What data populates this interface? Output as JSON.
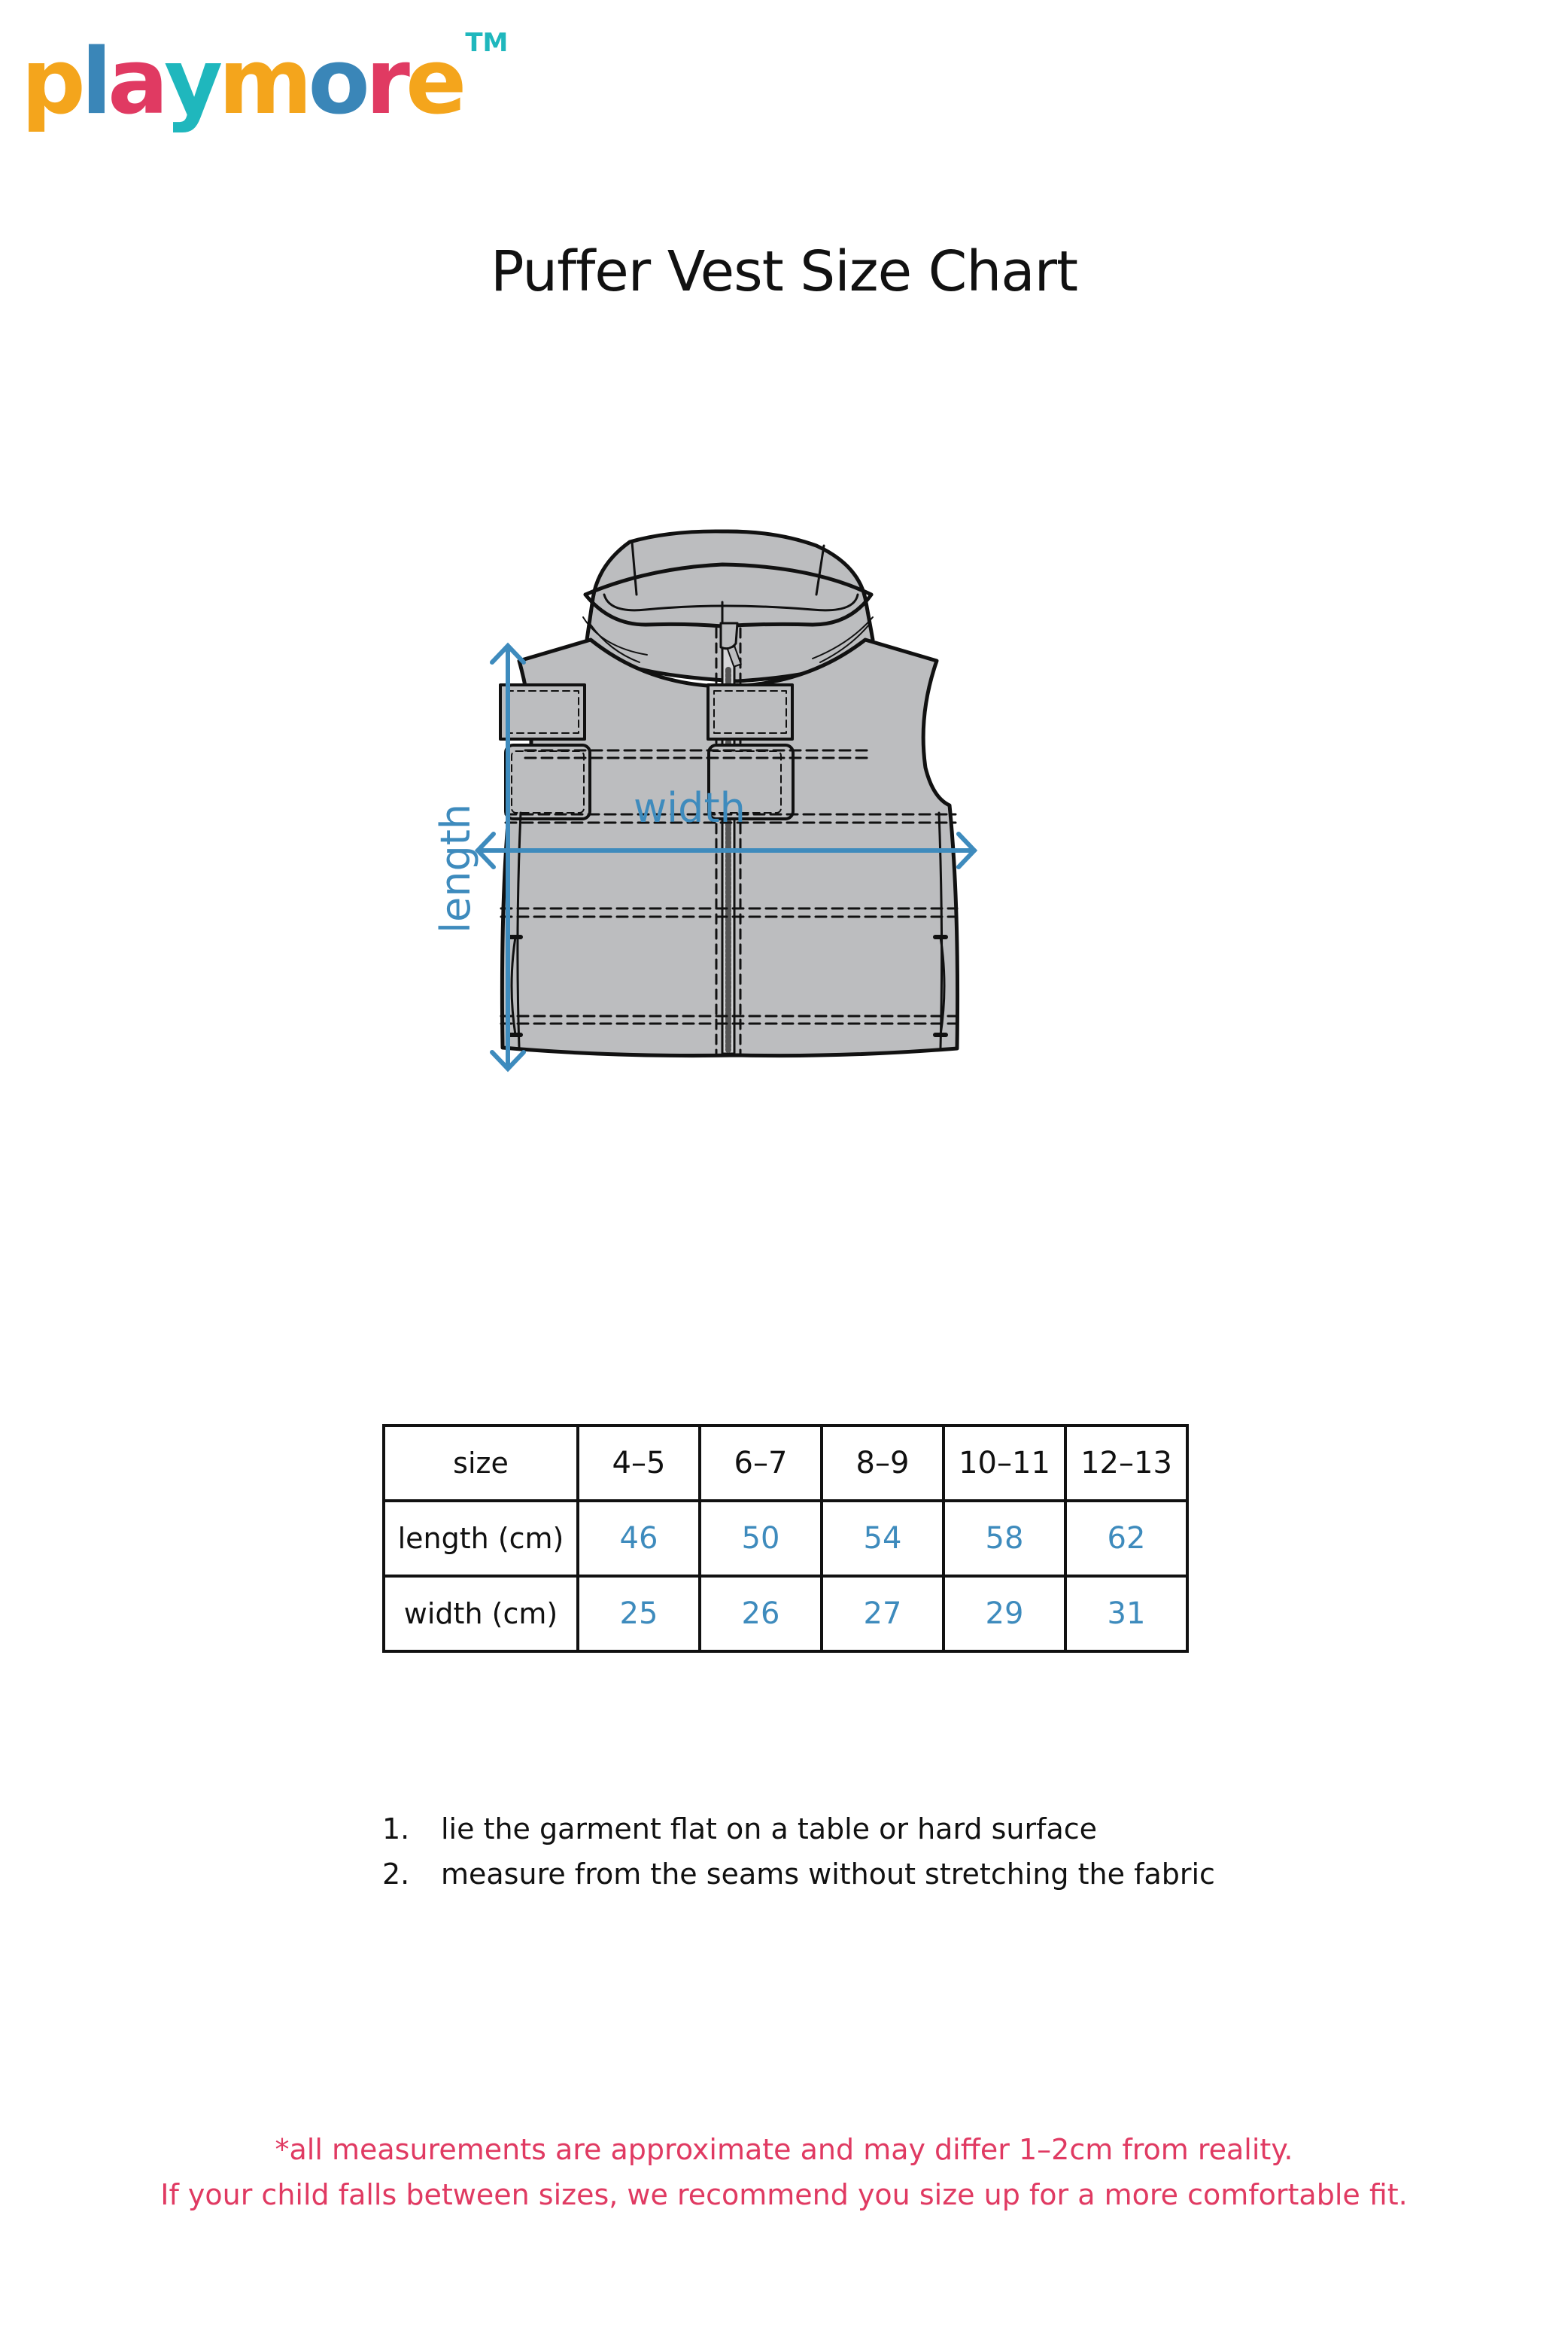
{
  "brand": {
    "letters": [
      {
        "char": "p",
        "color": "#f4a51c"
      },
      {
        "char": "l",
        "color": "#3a86b8"
      },
      {
        "char": "a",
        "color": "#e03a62"
      },
      {
        "char": "y",
        "color": "#1fb7bd"
      },
      {
        "char": "m",
        "color": "#f4a51c"
      },
      {
        "char": "o",
        "color": "#3a86b8"
      },
      {
        "char": "r",
        "color": "#e03a62"
      },
      {
        "char": "e",
        "color": "#f4a51c"
      }
    ],
    "trademark": "TM",
    "trademark_color": "#1fb7bd"
  },
  "title": "Puffer Vest Size Chart",
  "diagram": {
    "length_label": "length",
    "width_label": "width",
    "arrow_color": "#3e8bbd",
    "garment_fill": "#bcbdbf",
    "outline_color": "#111111"
  },
  "table": {
    "header_label": "size",
    "sizes": [
      "4–5",
      "6–7",
      "8–9",
      "10–11",
      "12–13"
    ],
    "rows": [
      {
        "label": "length (cm)",
        "values": [
          "46",
          "50",
          "54",
          "58",
          "62"
        ]
      },
      {
        "label": "width (cm)",
        "values": [
          "25",
          "26",
          "27",
          "29",
          "31"
        ]
      }
    ],
    "value_color": "#3e8bbd"
  },
  "instructions": [
    {
      "num": "1.",
      "text": "lie the garment flat on a table or hard surface"
    },
    {
      "num": "2.",
      "text": "measure from the seams without stretching the fabric"
    }
  ],
  "disclaimer": {
    "line1": "*all measurements are approximate and may differ 1–2cm from reality.",
    "line2": "If your child falls between sizes, we recommend you size up for a more comfortable fit.",
    "color": "#e03a62"
  },
  "chart_data": {
    "type": "table",
    "title": "Puffer Vest Size Chart",
    "categories": [
      "4–5",
      "6–7",
      "8–9",
      "10–11",
      "12–13"
    ],
    "series": [
      {
        "name": "length (cm)",
        "values": [
          46,
          50,
          54,
          58,
          62
        ]
      },
      {
        "name": "width (cm)",
        "values": [
          25,
          26,
          27,
          29,
          31
        ]
      }
    ],
    "xlabel": "size",
    "ylabel": "cm"
  }
}
